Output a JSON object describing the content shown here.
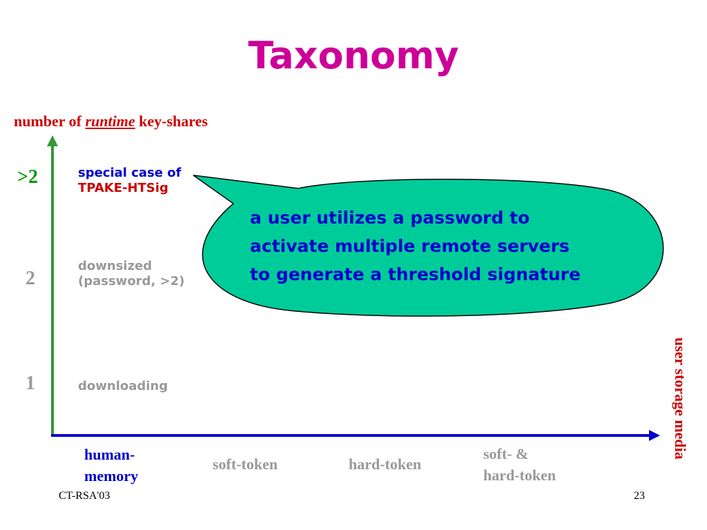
{
  "title": "Taxonomy",
  "y_axis": {
    "label_prefix": "number of ",
    "label_emph": "runtime",
    "label_suffix": " key-shares",
    "ticks": [
      ">2",
      "2",
      "1"
    ]
  },
  "cells": {
    "special_line1": "special case of",
    "special_line2": "TPAKE-HTSig",
    "downsized_line1": "downsized",
    "downsized_line2": "(password, >2)",
    "downloading": "downloading"
  },
  "callout": {
    "lines": [
      "a user utilizes a password to",
      "activate multiple remote servers",
      "to generate a threshold signature"
    ],
    "fill_color": "#00cc99"
  },
  "x_axis": {
    "label": "user storage media",
    "categories": {
      "human_line1": "human-",
      "human_line2": "memory",
      "soft": "soft-token",
      "hard": "hard-token",
      "both_line1": "soft- &",
      "both_line2": "hard-token"
    }
  },
  "footer": {
    "left": "CT-RSA'03",
    "right": "23"
  },
  "colors": {
    "title": "#cc0099",
    "axis_label": "#cc0000",
    "y_axis_line": "#339933",
    "x_axis_line": "#0000cc",
    "highlight_blue": "#0000cc",
    "muted": "#999999"
  }
}
